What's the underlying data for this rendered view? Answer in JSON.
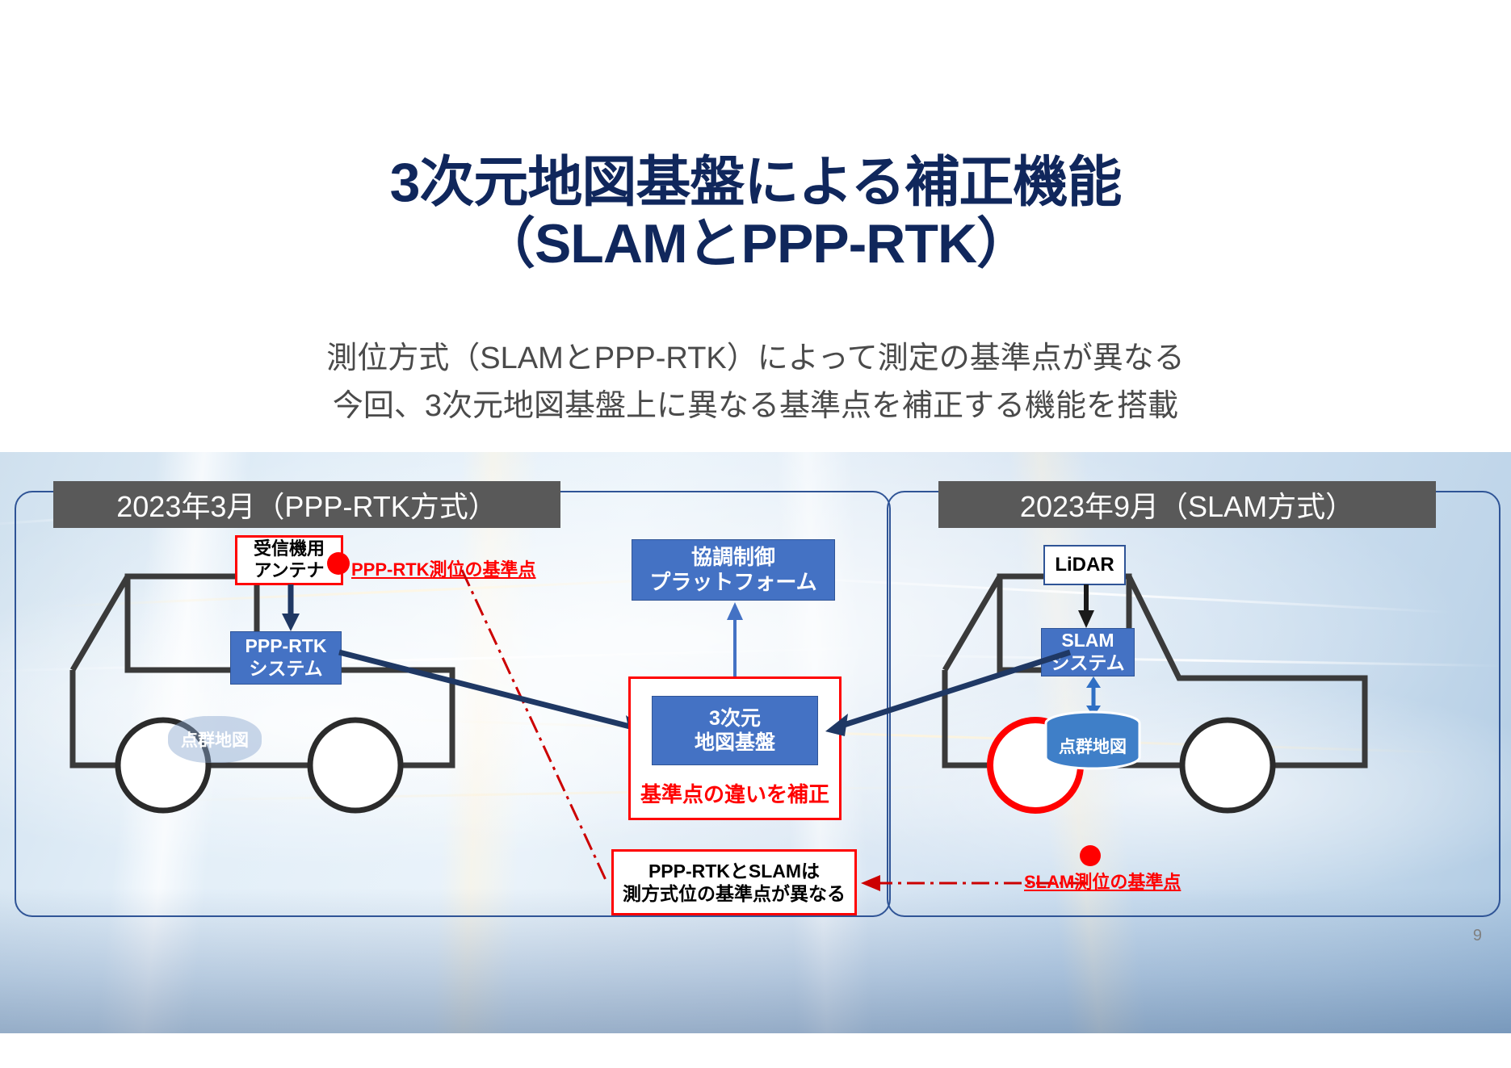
{
  "slide": {
    "title_line1": "3次元地図基盤による補正機能",
    "title_line2": "（SLAMとPPP-RTK）",
    "subtitle_line1": "測位方式（SLAMとPPP-RTK）によって測定の基準点が異なる",
    "subtitle_line2": "今回、3次元地図基盤上に異なる基準点を補正する機能を搭載",
    "page_number": "9",
    "accent_blue": "#4472c4",
    "title_navy": "#10275c",
    "header_gray": "#595959",
    "alert_red": "#ff0000",
    "arrow_navy": "#1f3864"
  },
  "left_panel": {
    "header": "2023年3月（PPP-RTK方式）",
    "antenna_box_line1": "受信機用",
    "antenna_box_line2": "アンテナ",
    "system_box_line1": "PPP-RTK",
    "system_box_line2": "システム",
    "point_cloud_label": "点群地図",
    "reference_annotation": "PPP-RTK測位の基準点"
  },
  "right_panel": {
    "header": "2023年9月（SLAM方式）",
    "lidar_box": "LiDAR",
    "system_box_line1": "SLAM",
    "system_box_line2": "システム",
    "point_cloud_label": "点群地図",
    "reference_annotation": "SLAM測位の基準点"
  },
  "center": {
    "platform_line1": "協調制御",
    "platform_line2": "プラットフォーム",
    "map_box_line1": "3次元",
    "map_box_line2": "地図基盤",
    "correction_label": "基準点の違いを補正",
    "note_line1": "PPP-RTKとSLAMは",
    "note_line2": "測方式位の基準点が異なる"
  }
}
